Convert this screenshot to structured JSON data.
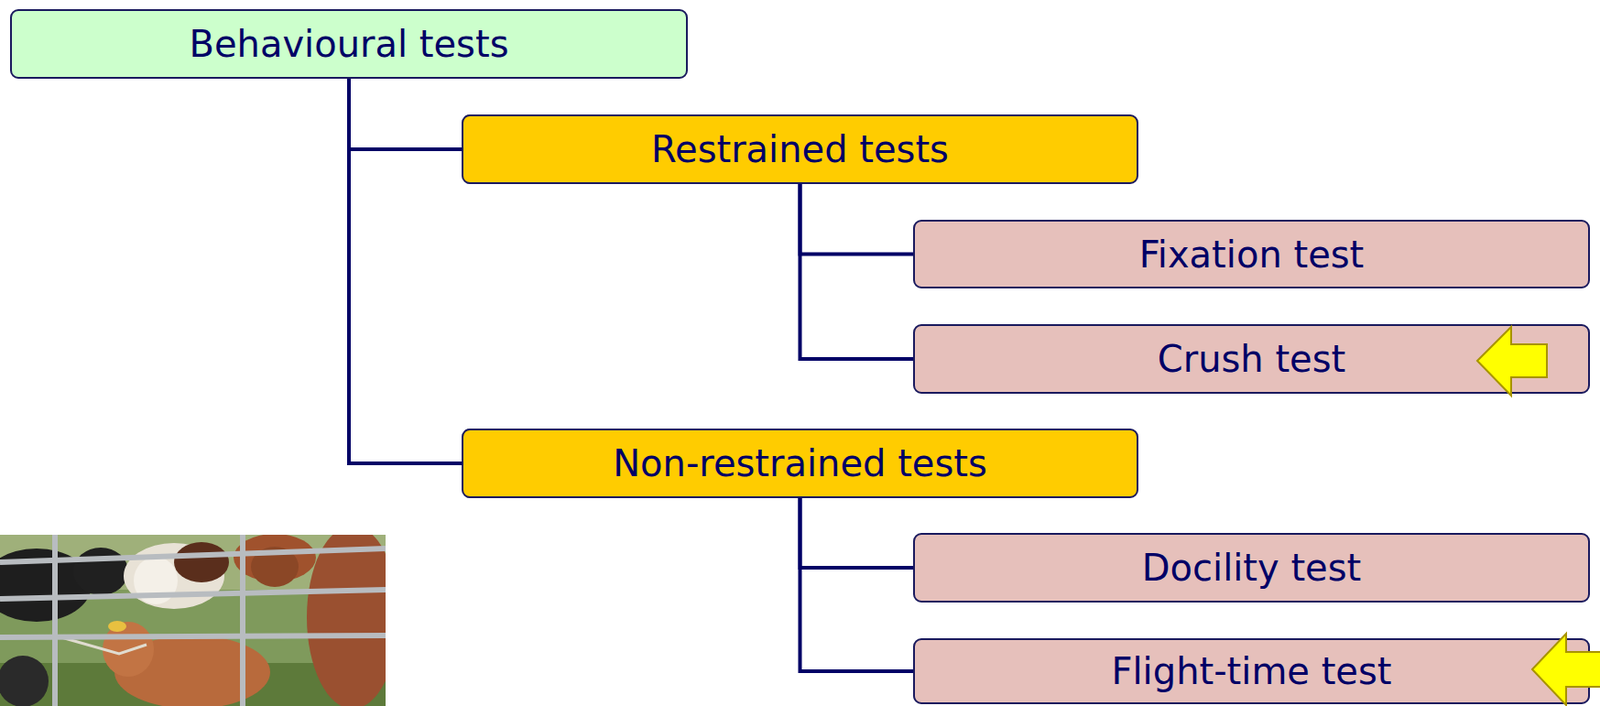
{
  "diagram": {
    "nodes": [
      {
        "text": [
          "Behavioural tests"
        ]
      },
      {
        "text": [
          "Restrained tests"
        ]
      },
      {
        "text": [
          "Non-restrained tests"
        ]
      },
      {
        "text": [
          "Fixation test"
        ]
      },
      {
        "text": [
          "Crush test"
        ]
      },
      {
        "text": [
          "Docility test"
        ]
      },
      {
        "text": [
          "Flight-time test"
        ]
      }
    ],
    "edges": [
      {
        "from": 0,
        "to": 1,
        "arrow": "none"
      },
      {
        "from": 0,
        "to": 2,
        "arrow": "none"
      },
      {
        "from": 1,
        "to": 3,
        "arrow": "none"
      },
      {
        "from": 1,
        "to": 4,
        "arrow": "none"
      },
      {
        "from": 2,
        "to": 5,
        "arrow": "none"
      },
      {
        "from": 2,
        "to": 6,
        "arrow": "none"
      }
    ]
  }
}
